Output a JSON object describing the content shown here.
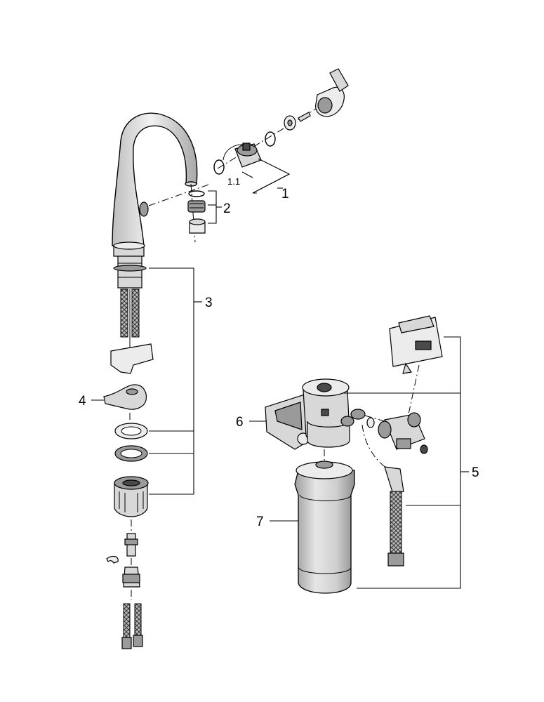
{
  "callouts": {
    "c1": "1",
    "c1_1": "1.1",
    "c2": "2",
    "c3": "3",
    "c4": "4",
    "c5": "5",
    "c6": "6",
    "c7": "7"
  }
}
